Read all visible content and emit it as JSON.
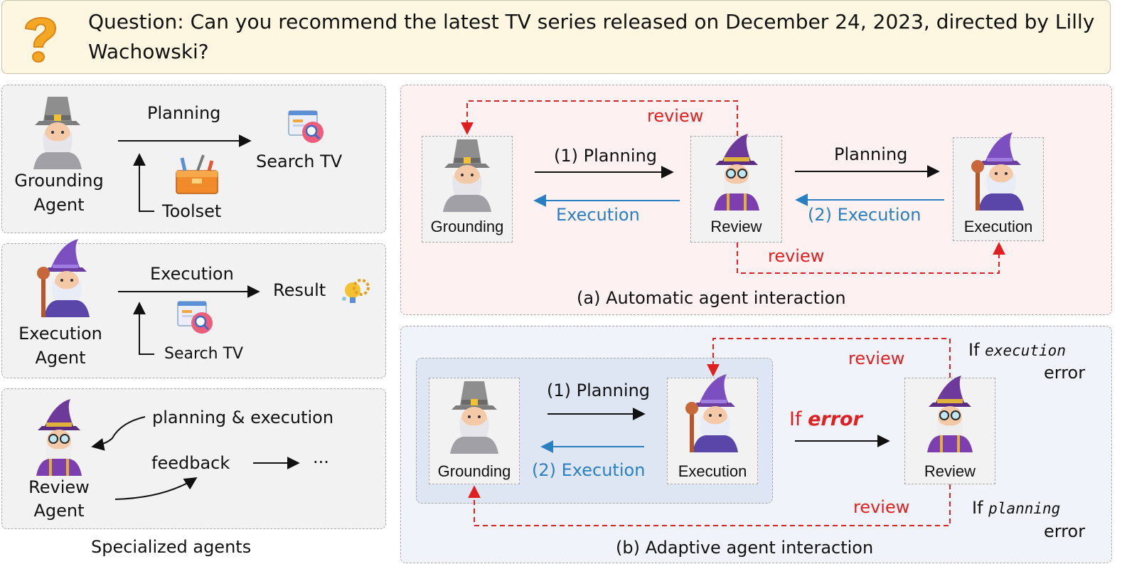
{
  "question": {
    "text": "Question: Can you recommend the latest TV series released on December 24, 2023, directed by Lilly Wachowski?"
  },
  "left": {
    "grounding": {
      "agent_label_1": "Grounding",
      "agent_label_2": "Agent",
      "arrow_label": "Planning",
      "tool_label": "Toolset",
      "result_label": "Search TV"
    },
    "execution": {
      "agent_label_1": "Execution",
      "agent_label_2": "Agent",
      "arrow_label": "Execution",
      "tool_label": "Search TV",
      "result_label": "Result"
    },
    "review": {
      "agent_label_1": "Review",
      "agent_label_2": "Agent",
      "input_label": "planning & execution",
      "output_label": "feedback",
      "ellipsis": "···"
    },
    "caption": "Specialized agents"
  },
  "panel_a": {
    "grounding_label": "Grounding",
    "review_label": "Review",
    "execution_label": "Execution",
    "planning_1": "(1) Planning",
    "execution_back": "Execution",
    "planning_2": "Planning",
    "execution_2": "(2) Execution",
    "review_top": "review",
    "review_bottom": "review",
    "caption": "(a) Automatic agent interaction"
  },
  "panel_b": {
    "grounding_label": "Grounding",
    "execution_label": "Execution",
    "review_label": "Review",
    "planning_1": "(1) Planning",
    "execution_2": "(2) Execution",
    "if_label": "If",
    "error_label": "error",
    "review_top": "review",
    "review_bottom": "review",
    "exec_error_if": "If",
    "exec_error_word": "execution",
    "exec_error_tail": "error",
    "plan_error_if": "If",
    "plan_error_word": "planning",
    "plan_error_tail": "error",
    "caption": "(b) Adaptive agent interaction"
  },
  "colors": {
    "review_red": "#e02020",
    "execution_blue": "#2a7fc1",
    "question_bg": "#fdf6e1"
  }
}
